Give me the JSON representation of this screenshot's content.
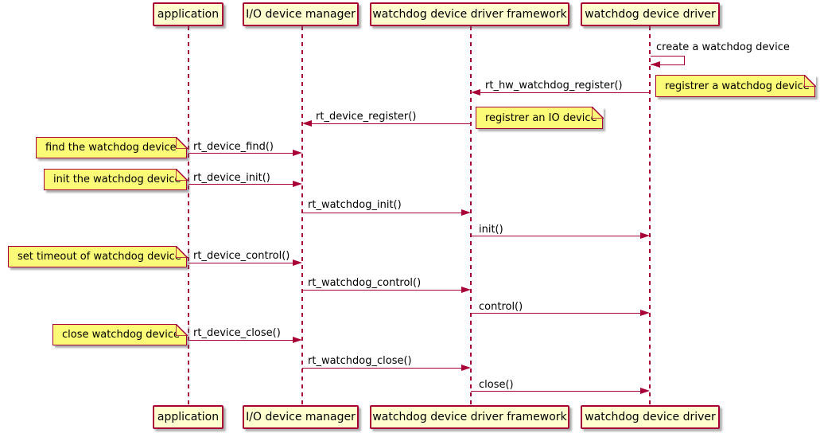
{
  "participants": [
    {
      "label": "application"
    },
    {
      "label": "I/O device manager"
    },
    {
      "label": "watchdog device driver framework"
    },
    {
      "label": "watchdog device driver"
    }
  ],
  "messages": [
    {
      "label": "create a watchdog device",
      "from": "watchdog device driver",
      "to": "watchdog device driver",
      "kind": "self"
    },
    {
      "label": "rt_hw_watchdog_register()",
      "from": "watchdog device driver",
      "to": "watchdog device driver framework",
      "kind": "left"
    },
    {
      "label": "rt_device_register()",
      "from": "watchdog device driver framework",
      "to": "I/O device manager",
      "kind": "left"
    },
    {
      "label": "rt_device_find()",
      "from": "application",
      "to": "I/O device manager",
      "kind": "right"
    },
    {
      "label": "rt_device_init()",
      "from": "application",
      "to": "I/O device manager",
      "kind": "right"
    },
    {
      "label": "rt_watchdog_init()",
      "from": "I/O device manager",
      "to": "watchdog device driver framework",
      "kind": "right"
    },
    {
      "label": "init()",
      "from": "watchdog device driver framework",
      "to": "watchdog device driver",
      "kind": "right"
    },
    {
      "label": "rt_device_control()",
      "from": "application",
      "to": "I/O device manager",
      "kind": "right"
    },
    {
      "label": "rt_watchdog_control()",
      "from": "I/O device manager",
      "to": "watchdog device driver framework",
      "kind": "right"
    },
    {
      "label": "control()",
      "from": "watchdog device driver framework",
      "to": "watchdog device driver",
      "kind": "right"
    },
    {
      "label": "rt_device_close()",
      "from": "application",
      "to": "I/O device manager",
      "kind": "right"
    },
    {
      "label": "rt_watchdog_close()",
      "from": "I/O device manager",
      "to": "watchdog device driver framework",
      "kind": "right"
    },
    {
      "label": "close()",
      "from": "watchdog device driver framework",
      "to": "watchdog device driver",
      "kind": "right"
    }
  ],
  "notes": [
    {
      "text": "registrer a watchdog device"
    },
    {
      "text": "registrer an IO device"
    },
    {
      "text": "find the watchdog device"
    },
    {
      "text": "init the watchdog device"
    },
    {
      "text": "set timeout of watchdog device"
    },
    {
      "text": "close watchdog device"
    }
  ],
  "colors": {
    "participant_fill": "#FEFECE",
    "note_fill": "#FBFB77",
    "border_and_arrow": "#A80036",
    "text": "#000000",
    "background": "#FFFFFF"
  }
}
